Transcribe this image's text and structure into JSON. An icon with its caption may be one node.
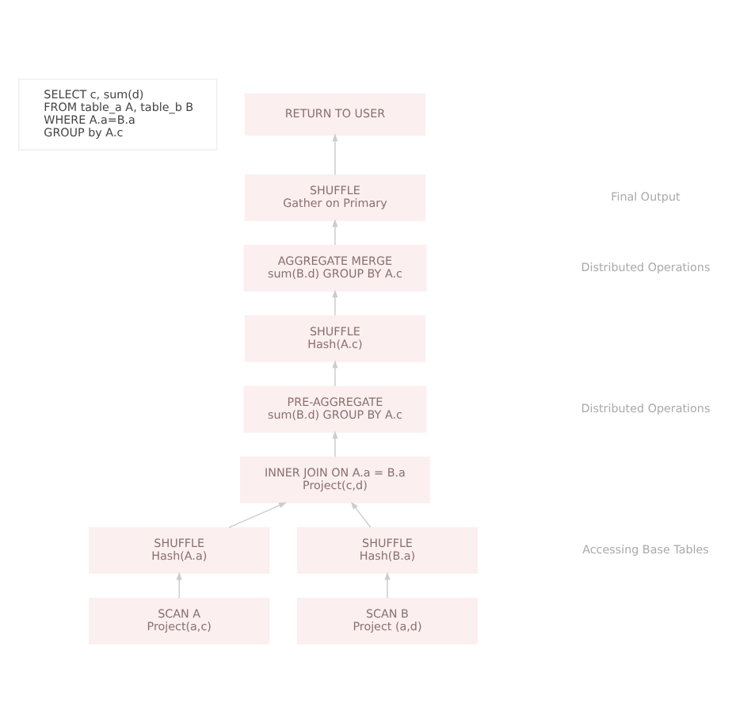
{
  "diagram": {
    "nodes": [
      {
        "text": [
          "SELECT c, sum(d)",
          "FROM table_a A, table_b B",
          "WHERE A.a=B.a",
          "GROUP by A.c"
        ]
      },
      {
        "text": [
          "RETURN TO USER"
        ]
      },
      {
        "text": [
          "SHUFFLE",
          "Gather on Primary"
        ]
      },
      {
        "text": [
          "AGGREGATE MERGE",
          "sum(B.d) GROUP BY A.c"
        ]
      },
      {
        "text": [
          "SHUFFLE",
          "Hash(A.c)"
        ]
      },
      {
        "text": [
          "PRE-AGGREGATE",
          "sum(B.d) GROUP BY A.c"
        ]
      },
      {
        "text": [
          "INNER JOIN ON A.a = B.a",
          "Project(c,d)"
        ]
      },
      {
        "text": [
          "SHUFFLE",
          "Hash(A.a)"
        ]
      },
      {
        "text": [
          "SHUFFLE",
          "Hash(B.a)"
        ]
      },
      {
        "text": [
          "SCAN A",
          "Project(a,c)"
        ]
      },
      {
        "text": [
          "SCAN B",
          "Project (a,d)"
        ]
      }
    ],
    "edges": [
      {
        "from": 2,
        "to": 1,
        "arrow": "to"
      },
      {
        "from": 3,
        "to": 2,
        "arrow": "to"
      },
      {
        "from": 4,
        "to": 3,
        "arrow": "to"
      },
      {
        "from": 5,
        "to": 4,
        "arrow": "to"
      },
      {
        "from": 6,
        "to": 5,
        "arrow": "to"
      },
      {
        "from": 7,
        "to": 6,
        "arrow": "to"
      },
      {
        "from": 8,
        "to": 6,
        "arrow": "to"
      },
      {
        "from": 9,
        "to": 7,
        "arrow": "to"
      },
      {
        "from": 10,
        "to": 8,
        "arrow": "to"
      }
    ],
    "labels": [
      "Final Output",
      "Distributed Operations",
      "Distributed Operations",
      "Accessing Base Tables"
    ]
  }
}
